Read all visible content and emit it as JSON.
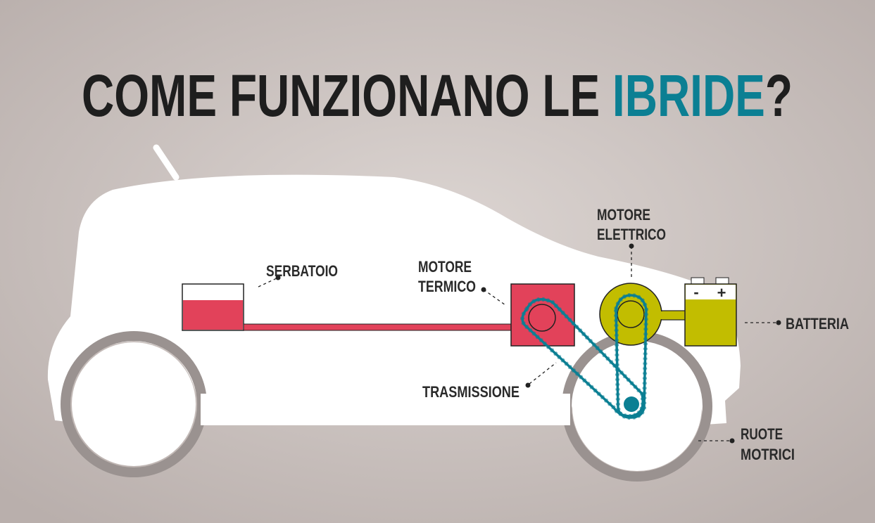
{
  "title": {
    "prefix": "COME FUNZIONANO LE ",
    "highlight": "IBRIDE",
    "suffix": "?"
  },
  "labels": {
    "serbatoio": "SERBATOIO",
    "motore_termico": [
      "MOTORE",
      "TERMICO"
    ],
    "motore_elettrico": [
      "MOTORE",
      "ELETTRICO"
    ],
    "batteria": "BATTERIA",
    "trasmissione": "TRASMISSIONE",
    "ruote_motrici": [
      "RUOTE",
      "MOTRICI"
    ],
    "battery_minus": "-",
    "battery_plus": "+"
  },
  "colors": {
    "background": "#cfc6c3",
    "accent": "#0b7f93",
    "engine": "#e2425a",
    "electric": "#c2bd00",
    "car": "#ffffff",
    "wheel_arch": "#9a9290"
  }
}
